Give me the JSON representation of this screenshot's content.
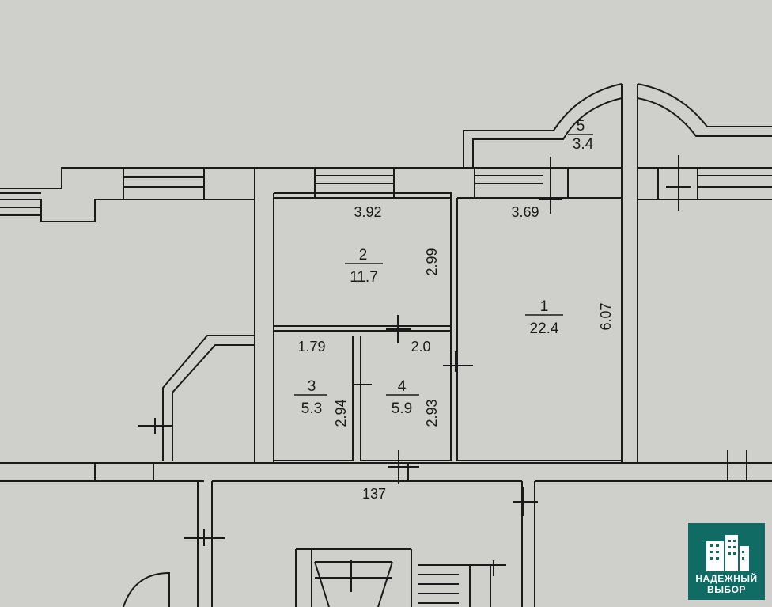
{
  "rooms": [
    {
      "number": "1",
      "area": "22.4"
    },
    {
      "number": "2",
      "area": "11.7"
    },
    {
      "number": "3",
      "area": "5.3"
    },
    {
      "number": "4",
      "area": "5.9"
    },
    {
      "number": "5",
      "area": "3.4"
    }
  ],
  "dimensions": {
    "room2_width": "3.92",
    "room2_depth": "2.99",
    "room1_width": "3.69",
    "room1_depth": "6.07",
    "room3_width": "1.79",
    "room3_depth": "2.94",
    "room4_width": "2.0",
    "room4_depth": "2.93",
    "corridor": "137"
  },
  "logo": {
    "line1": "НАДЕЖНЫЙ",
    "line2": "ВЫБОР"
  },
  "colors": {
    "paper": "#cfcfcc",
    "ink": "#1a1a1a",
    "logo_bg": "#0f6b63"
  }
}
